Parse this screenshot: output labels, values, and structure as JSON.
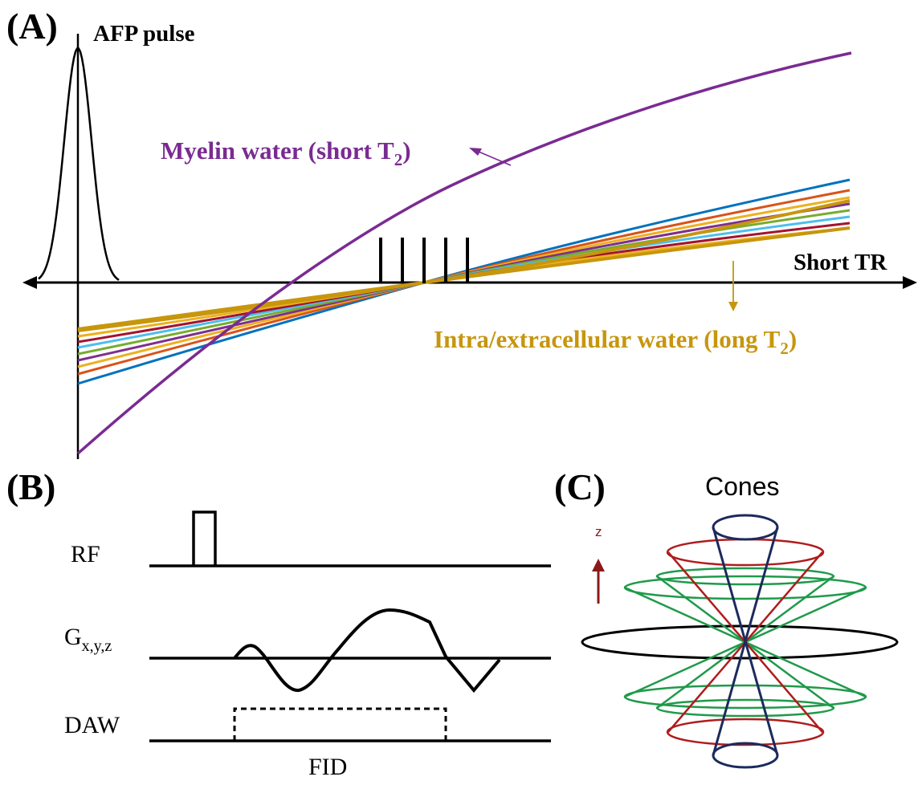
{
  "panel_a": {
    "label": "(A)",
    "pulse_label": "AFP pulse",
    "axis_label": "Short TR",
    "myelin_label": "Myelin water (short T",
    "myelin_sub": "2",
    "myelin_close": ")",
    "intra_label": "Intra/extracellular water (long T",
    "intra_sub": "2",
    "intra_close": ")",
    "colors": {
      "myelin": "#7a2b92",
      "intra": "#c7960d",
      "lines": [
        "#0072bd",
        "#d95319",
        "#edb120",
        "#7e2f8e",
        "#77ac30",
        "#4dbeee",
        "#a2142f",
        "#ecb01f"
      ]
    }
  },
  "panel_b": {
    "label": "(B)",
    "rf_label": "RF",
    "g_label": "G",
    "g_sub": "x,y,z",
    "daw_label": "DAW",
    "fid_label": "FID"
  },
  "panel_c": {
    "label": "(C)",
    "title": "Cones",
    "axis_label": "z",
    "colors": {
      "dark": "#1c2a5c",
      "red": "#b01c1c",
      "green": "#1f9a4a",
      "black": "#000000"
    }
  }
}
